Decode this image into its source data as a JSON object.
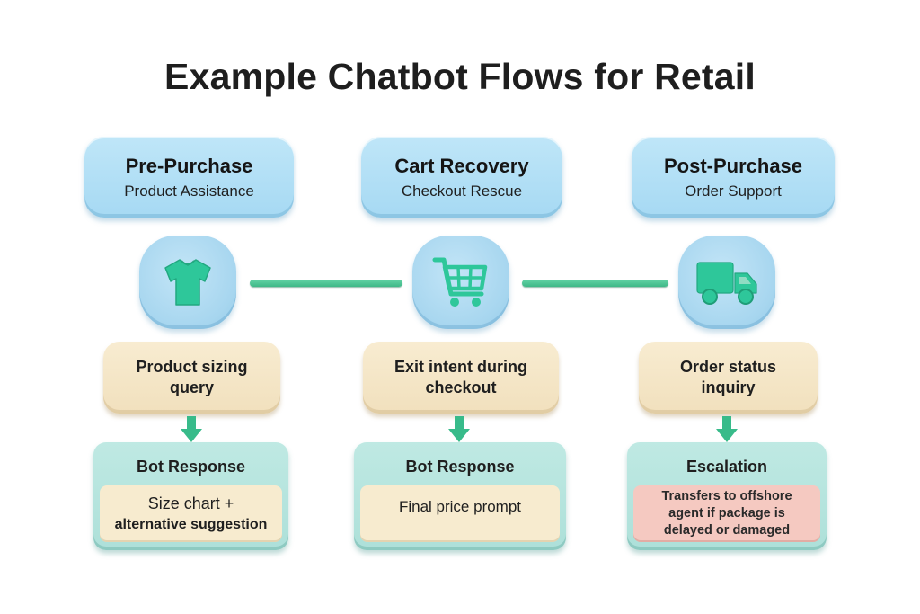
{
  "title": "Example Chatbot Flows for Retail",
  "colors": {
    "header_card": "#a6d9f3",
    "icon_accent": "#2ec79a",
    "connector": "#4cc495",
    "trigger_card": "#f3e3c2",
    "response_card": "#b4e3dc",
    "response_body": "#f7ebcf",
    "alert_body": "#f5c9c1"
  },
  "flows": [
    {
      "header": {
        "title": "Pre-Purchase",
        "subtitle": "Product Assistance"
      },
      "icon": "t-shirt-icon",
      "trigger": "Product sizing query",
      "response": {
        "title": "Bot Response",
        "body_line1": "Size chart +",
        "body_line2": "alternative suggestion"
      }
    },
    {
      "header": {
        "title": "Cart Recovery",
        "subtitle": "Checkout Rescue"
      },
      "icon": "shopping-cart-icon",
      "trigger": "Exit intent during checkout",
      "response": {
        "title": "Bot Response",
        "body": "Final price prompt"
      }
    },
    {
      "header": {
        "title": "Post-Purchase",
        "subtitle": "Order Support"
      },
      "icon": "delivery-truck-icon",
      "trigger": "Order status inquiry",
      "response": {
        "title": "Escalation",
        "body": "Transfers to offshore agent if package is delayed or damaged"
      }
    }
  ]
}
